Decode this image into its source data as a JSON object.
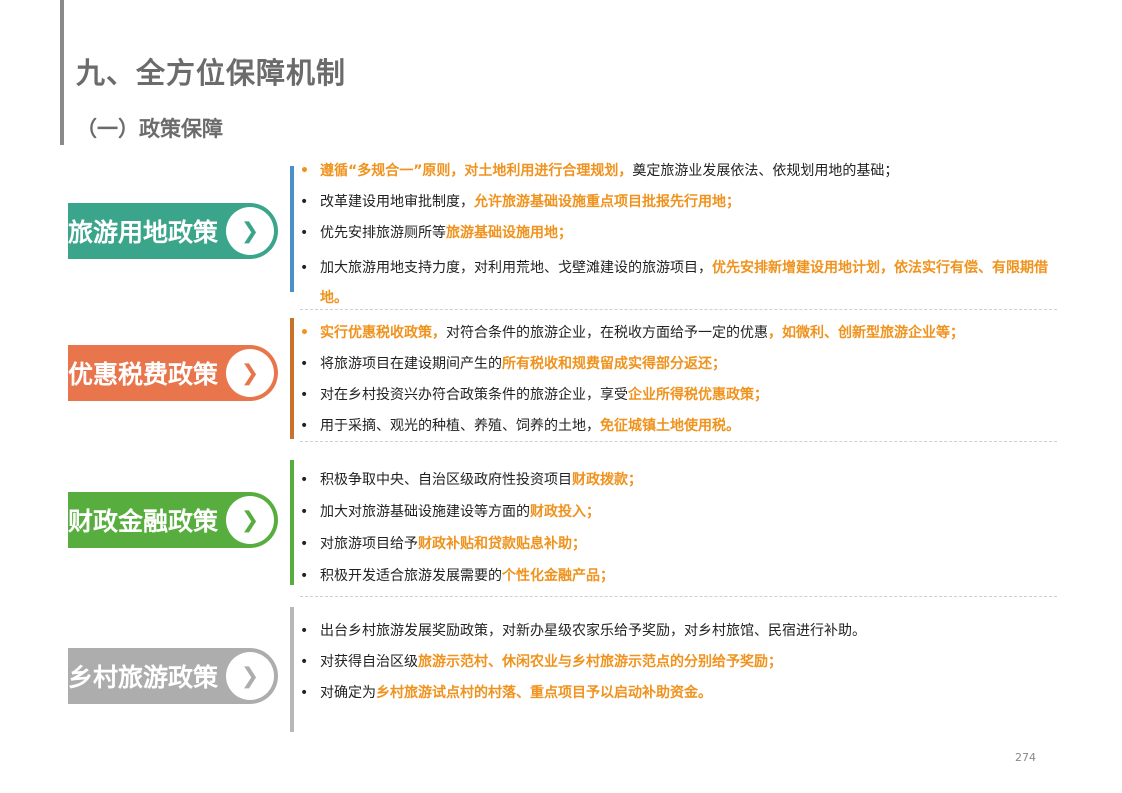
{
  "title": "九、全方位保障机制",
  "subtitle": "（一）政策保障",
  "page_number": "274",
  "bullet": "•",
  "chevron": "❯",
  "colors": {
    "green": "#3aa58a",
    "orange": "#e8754c",
    "lime": "#57ae3f",
    "gray": "#adadad",
    "highlight": "#f0931e"
  },
  "sections": [
    {
      "label": "旅游用地政策",
      "items": [
        {
          "segments": [
            {
              "t": "遵循“多规合一”原则，对土地利用进行合理规划，",
              "hl": true
            },
            {
              "t": "奠定旅游业发展依法、依规划用地的基础；",
              "hl": false
            }
          ]
        },
        {
          "segments": [
            {
              "t": "改革建设用地审批制度，",
              "hl": false
            },
            {
              "t": "允许旅游基础设施重点项目批报先行用地；",
              "hl": true
            }
          ]
        },
        {
          "segments": [
            {
              "t": "优先安排旅游厕所等",
              "hl": false
            },
            {
              "t": "旅游基础设施用地；",
              "hl": true
            }
          ]
        },
        {
          "segments": [
            {
              "t": "加大旅游用地支持力度，对利用荒地、戈壁滩建设的旅游项目，",
              "hl": false
            },
            {
              "t": "优先安排新增建设用地计划，依法实行有偿、有限期借地。",
              "hl": true
            }
          ]
        }
      ]
    },
    {
      "label": "优惠税费政策",
      "items": [
        {
          "segments": [
            {
              "t": "实行优惠税收政策，",
              "hl": true
            },
            {
              "t": "对符合条件的旅游企业，在税收方面给予一定的优惠",
              "hl": false
            },
            {
              "t": "，如微利、创新型旅游企业等；",
              "hl": true
            }
          ]
        },
        {
          "segments": [
            {
              "t": "将旅游项目在建设期间产生的",
              "hl": false
            },
            {
              "t": "所有税收和规费留成实得部分返还；",
              "hl": true
            }
          ]
        },
        {
          "segments": [
            {
              "t": "对在乡村投资兴办符合政策条件的旅游企业，享受",
              "hl": false
            },
            {
              "t": "企业所得税优惠政策；",
              "hl": true
            }
          ]
        },
        {
          "segments": [
            {
              "t": "用于采摘、观光的种植、养殖、饲养的土地，",
              "hl": false
            },
            {
              "t": "免征城镇土地使用税。",
              "hl": true
            }
          ]
        }
      ]
    },
    {
      "label": "财政金融政策",
      "items": [
        {
          "segments": [
            {
              "t": "积极争取中央、自治区级政府性投资项目",
              "hl": false
            },
            {
              "t": "财政拨款；",
              "hl": true
            }
          ]
        },
        {
          "segments": [
            {
              "t": "加大对旅游基础设施建设等方面的",
              "hl": false
            },
            {
              "t": "财政投入；",
              "hl": true
            }
          ]
        },
        {
          "segments": [
            {
              "t": "对旅游项目给予",
              "hl": false
            },
            {
              "t": "财政补贴和贷款贴息补助；",
              "hl": true
            }
          ]
        },
        {
          "segments": [
            {
              "t": "积极开发适合旅游发展需要的",
              "hl": false
            },
            {
              "t": "个性化金融产品；",
              "hl": true
            }
          ]
        }
      ]
    },
    {
      "label": "乡村旅游政策",
      "items": [
        {
          "segments": [
            {
              "t": "出台乡村旅游发展奖励政策，对新办星级农家乐给予奖励，对乡村旅馆、民宿进行补助。",
              "hl": false
            }
          ]
        },
        {
          "segments": [
            {
              "t": "对获得自治区级",
              "hl": false
            },
            {
              "t": "旅游示范村、休闲农业与乡村旅游示范点的分别给予奖励；",
              "hl": true
            }
          ]
        },
        {
          "segments": [
            {
              "t": "对确定为",
              "hl": false
            },
            {
              "t": "乡村旅游试点村的村落、重点项目予以启动补助资金。",
              "hl": true
            }
          ]
        }
      ]
    }
  ]
}
